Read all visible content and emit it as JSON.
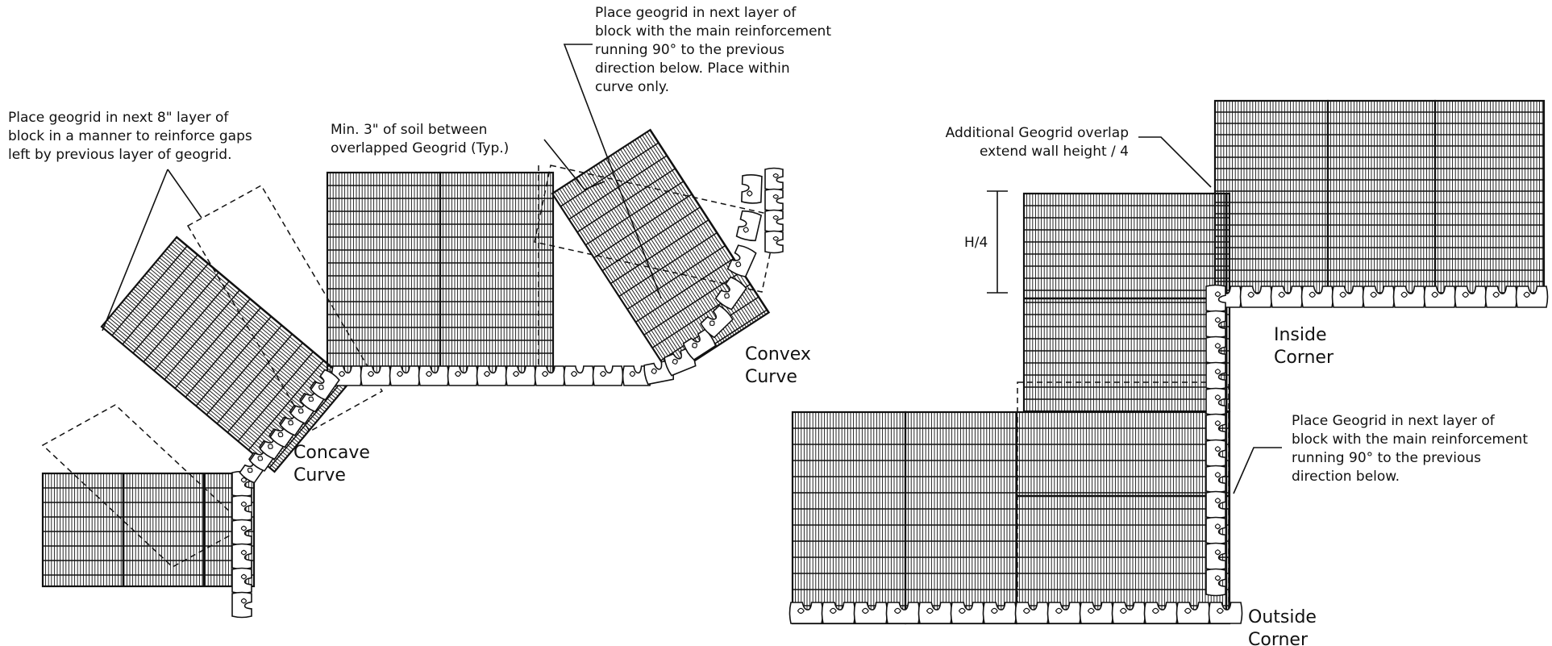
{
  "notes": {
    "top_left": [
      "Place geogrid in next 8\" layer of",
      "block in a manner to reinforce gaps",
      "left by previous layer of geogrid."
    ],
    "soil_gap": [
      "Min. 3\" of soil between",
      "overlapped Geogrid (Typ.)"
    ],
    "top_center": [
      "Place geogrid in next layer of",
      "block with the main reinforcement",
      "running 90° to the previous",
      "direction below.  Place within",
      "curve only."
    ],
    "overlap": [
      "Additional Geogrid overlap",
      "extend wall height / 4"
    ],
    "corner_note": [
      "Place Geogrid in next layer of",
      "block with the main reinforcement",
      "running 90° to the previous",
      "direction below."
    ]
  },
  "labels": {
    "concave": [
      "Concave",
      "Curve"
    ],
    "convex": [
      "Convex",
      "Curve"
    ],
    "inside_corner": [
      "Inside",
      "Corner"
    ],
    "outside_corner": [
      "Outside",
      "Corner"
    ],
    "height_dim": "H/4"
  },
  "colors": {
    "line": "#111111",
    "background": "#ffffff"
  }
}
